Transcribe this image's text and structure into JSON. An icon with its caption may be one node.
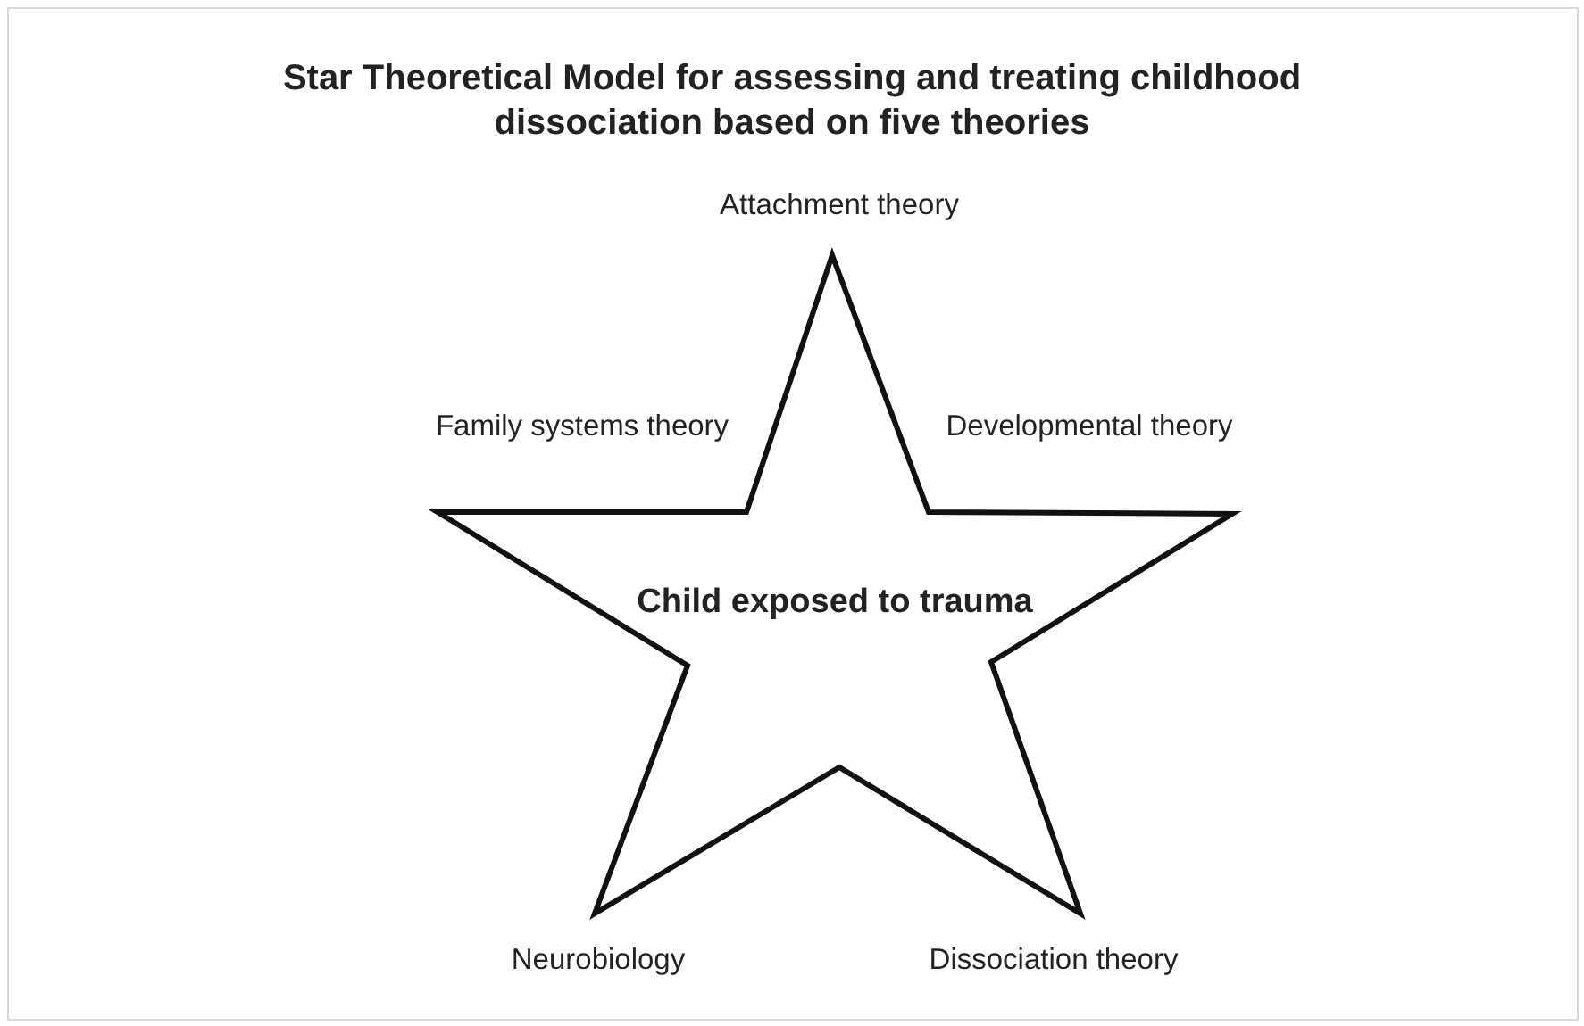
{
  "diagram": {
    "title": "Star Theoretical Model for assessing and treating childhood dissociation based on five theories",
    "nodes": [
      {
        "text": [
          "Child exposed to trauma"
        ]
      }
    ],
    "labels": [
      "Attachment theory",
      "Family systems theory",
      "Developmental theory",
      "Neurobiology",
      "Dissociation theory"
    ]
  }
}
